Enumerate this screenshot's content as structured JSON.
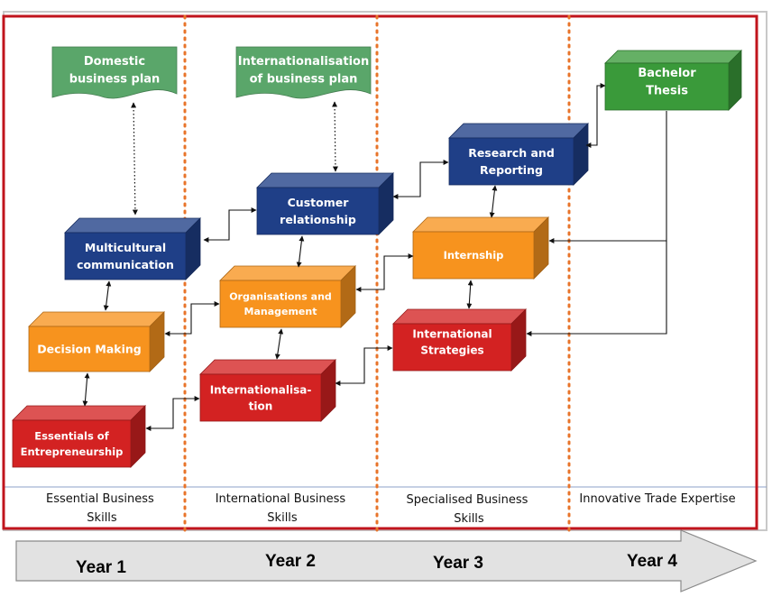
{
  "colors": {
    "blue": "#1f3f87",
    "orange": "#f7931e",
    "red": "#d32222",
    "green": "#3a9a3a",
    "doc_green": "#5aa66a",
    "frame_red": "#c0141c",
    "divider_orange": "#e8742a"
  },
  "boxes": {
    "domestic_plan": {
      "lines": [
        "Domestic",
        "business plan"
      ]
    },
    "intl_plan": {
      "lines": [
        "Internationalisation",
        "of business plan"
      ]
    },
    "bachelor_thesis": {
      "lines": [
        "Bachelor",
        "Thesis"
      ]
    },
    "research_reporting": {
      "lines": [
        "Research and",
        "Reporting"
      ]
    },
    "customer_relationship": {
      "lines": [
        "Customer",
        "relationship"
      ]
    },
    "multicultural_communication": {
      "lines": [
        "Multicultural",
        "communication"
      ]
    },
    "internship": {
      "lines": [
        "Internship"
      ]
    },
    "organisations_management": {
      "lines": [
        "Organisations and",
        "Management"
      ]
    },
    "decision_making": {
      "lines": [
        "Decision Making"
      ]
    },
    "international_strategies": {
      "lines": [
        "International",
        "Strategies"
      ]
    },
    "internationalisation": {
      "lines": [
        "Internationalisa-",
        "tion"
      ]
    },
    "essentials_entrepreneurship": {
      "lines": [
        "Essentials of",
        "Entrepreneurship"
      ]
    }
  },
  "categories": [
    {
      "lines": [
        "Essential Business",
        "Skills"
      ]
    },
    {
      "lines": [
        "International Business",
        "Skills"
      ]
    },
    {
      "lines": [
        "Specialised Business",
        "Skills"
      ]
    },
    {
      "lines": [
        "Innovative Trade Expertise"
      ]
    }
  ],
  "years": [
    "Year 1",
    "Year 2",
    "Year 3",
    "Year 4"
  ]
}
